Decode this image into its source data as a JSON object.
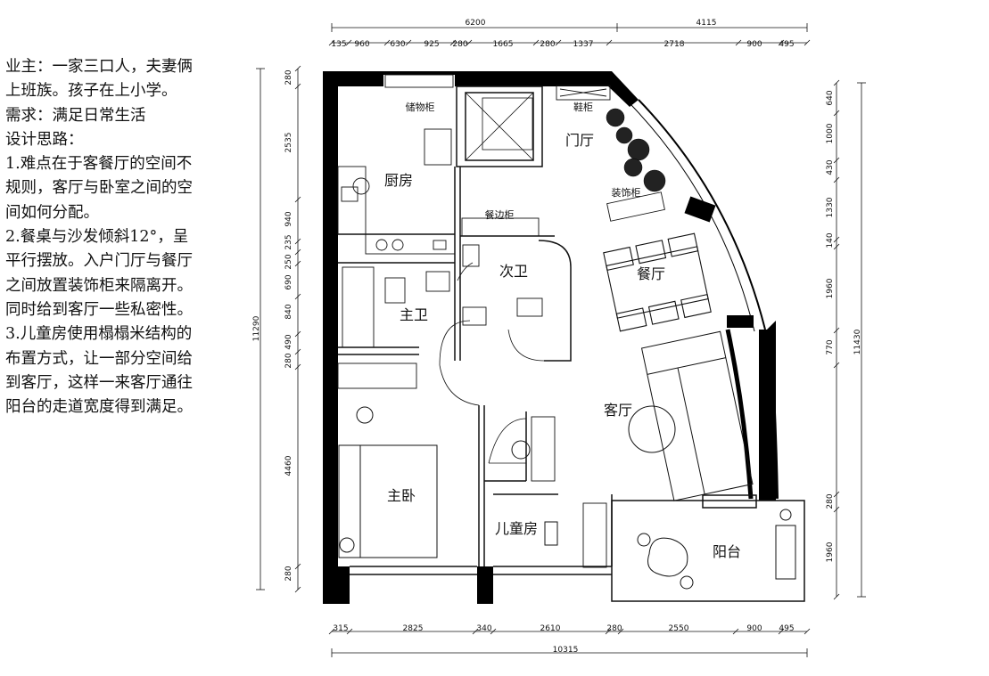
{
  "notes": [
    "业主：一家三口人，夫妻俩",
    "上班族。孩子在上小学。",
    "需求：满足日常生活",
    "设计思路：",
    "1.难点在于客餐厅的空间不",
    "规则，客厅与卧室之间的空",
    "间如何分配。",
    "2.餐桌与沙发倾斜12°，呈",
    "平行摆放。入户门厅与餐厅",
    "之间放置装饰柜来隔离开。",
    "同时给到客厅一些私密性。",
    "3.儿童房使用榻榻米结构的",
    "布置方式，让一部分空间给",
    "到客厅，这样一来客厅通往",
    "阳台的走道宽度得到满足。"
  ],
  "rooms": {
    "kitchen": "厨房",
    "foyer": "门厅",
    "secondary_bath": "次卫",
    "master_bath": "主卫",
    "dining": "餐厅",
    "living": "客厅",
    "master_bedroom": "主卧",
    "kids_room": "儿童房",
    "balcony": "阳台"
  },
  "furniture": {
    "storage_cabinet": "储物柜",
    "shoe_cabinet": "鞋柜",
    "decor_cabinet": "装饰柜",
    "sideboard": "餐边柜"
  },
  "dimensions": {
    "top_total": [
      "6200",
      "4115"
    ],
    "top_detail": [
      "135",
      "960",
      "630",
      "925",
      "280",
      "1665",
      "280",
      "1337",
      "2718",
      "900",
      "495"
    ],
    "bottom_detail": [
      "315",
      "2825",
      "340",
      "2610",
      "280",
      "2550",
      "900",
      "495"
    ],
    "bottom_total": "10315",
    "left_detail": [
      "280",
      "2535",
      "940",
      "235",
      "250",
      "690",
      "840",
      "490",
      "280",
      "4460",
      "280"
    ],
    "left_total": "11290",
    "right_detail": [
      "640",
      "1000",
      "430",
      "1330",
      "140",
      "1960",
      "770",
      "280",
      "1960"
    ],
    "right_total": "11430"
  }
}
